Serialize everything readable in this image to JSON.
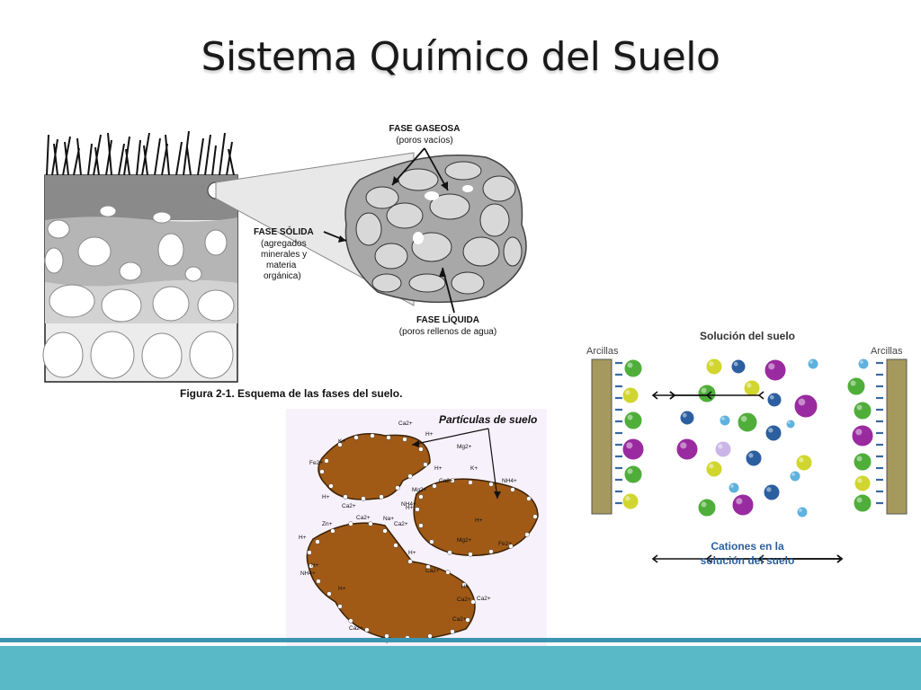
{
  "slide": {
    "title": "Sistema Químico del Suelo"
  },
  "phases_figure": {
    "gas_phase_label": "FASE GASEOSA",
    "gas_phase_note": "(poros vacíos)",
    "solid_phase_label": "FASE SÓLIDA",
    "solid_phase_note_1": "(agregados",
    "solid_phase_note_2": "minerales y",
    "solid_phase_note_3": "materia",
    "solid_phase_note_4": "orgánica)",
    "liquid_phase_label": "FASE LÍQUIDA",
    "liquid_phase_note": "(poros rellenos de agua)",
    "caption": "Figura 2-1. Esquema de las fases del suelo."
  },
  "particles_figure": {
    "title": "Partículas de suelo",
    "ions": [
      "Ca2+",
      "H+",
      "K+",
      "Mg2+",
      "Fe2+",
      "NH4+",
      "H+",
      "Ca2+",
      "K+",
      "NH4+",
      "Ca2+",
      "Mg2+",
      "H+",
      "Ca2+",
      "H+",
      "Zn+",
      "Ca2+",
      "Na+",
      "H+",
      "Mg2+",
      "Fe2+",
      "H+",
      "Ca2+",
      "NH4+",
      "H+",
      "H+",
      "Ca2+",
      "Ca2+",
      "Mg2+",
      "Na+",
      "H+",
      "Ca2+",
      "Ca2+",
      "H+"
    ]
  },
  "solution_figure": {
    "title": "Solución del suelo",
    "left_label": "Arcillas",
    "right_label": "Arcillas",
    "caption_line_1": "Cationes  en la",
    "caption_line_2": "solución del suelo",
    "cation_colors": {
      "Ca": "#4fae3a",
      "Mg": "#d1d62e",
      "K": "#9a2aa0",
      "Na": "#c9b6e6",
      "anion": "#2c5fa0",
      "small": "#5fb2de"
    }
  }
}
